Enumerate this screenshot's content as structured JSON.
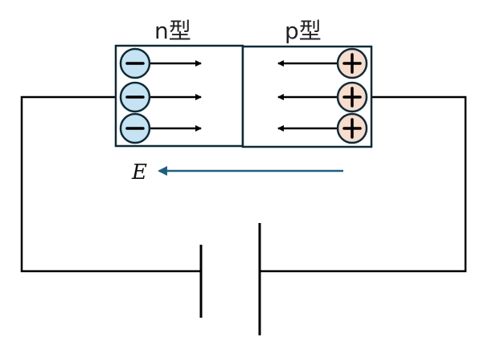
{
  "labels": {
    "n_type": "n型",
    "p_type": "p型",
    "field": "E"
  },
  "n_region": {
    "carrier_sign": "−",
    "carrier_count": 3,
    "fill": "#c5e3f2",
    "arrow_direction": "right"
  },
  "p_region": {
    "carrier_sign": "+",
    "carrier_count": 3,
    "fill": "#f8dccc",
    "arrow_direction": "left"
  },
  "colors": {
    "box": "#0f2a38",
    "field_arrow": "#1e5f80",
    "wire": "#000000"
  },
  "battery": {
    "symbol": "cell"
  }
}
